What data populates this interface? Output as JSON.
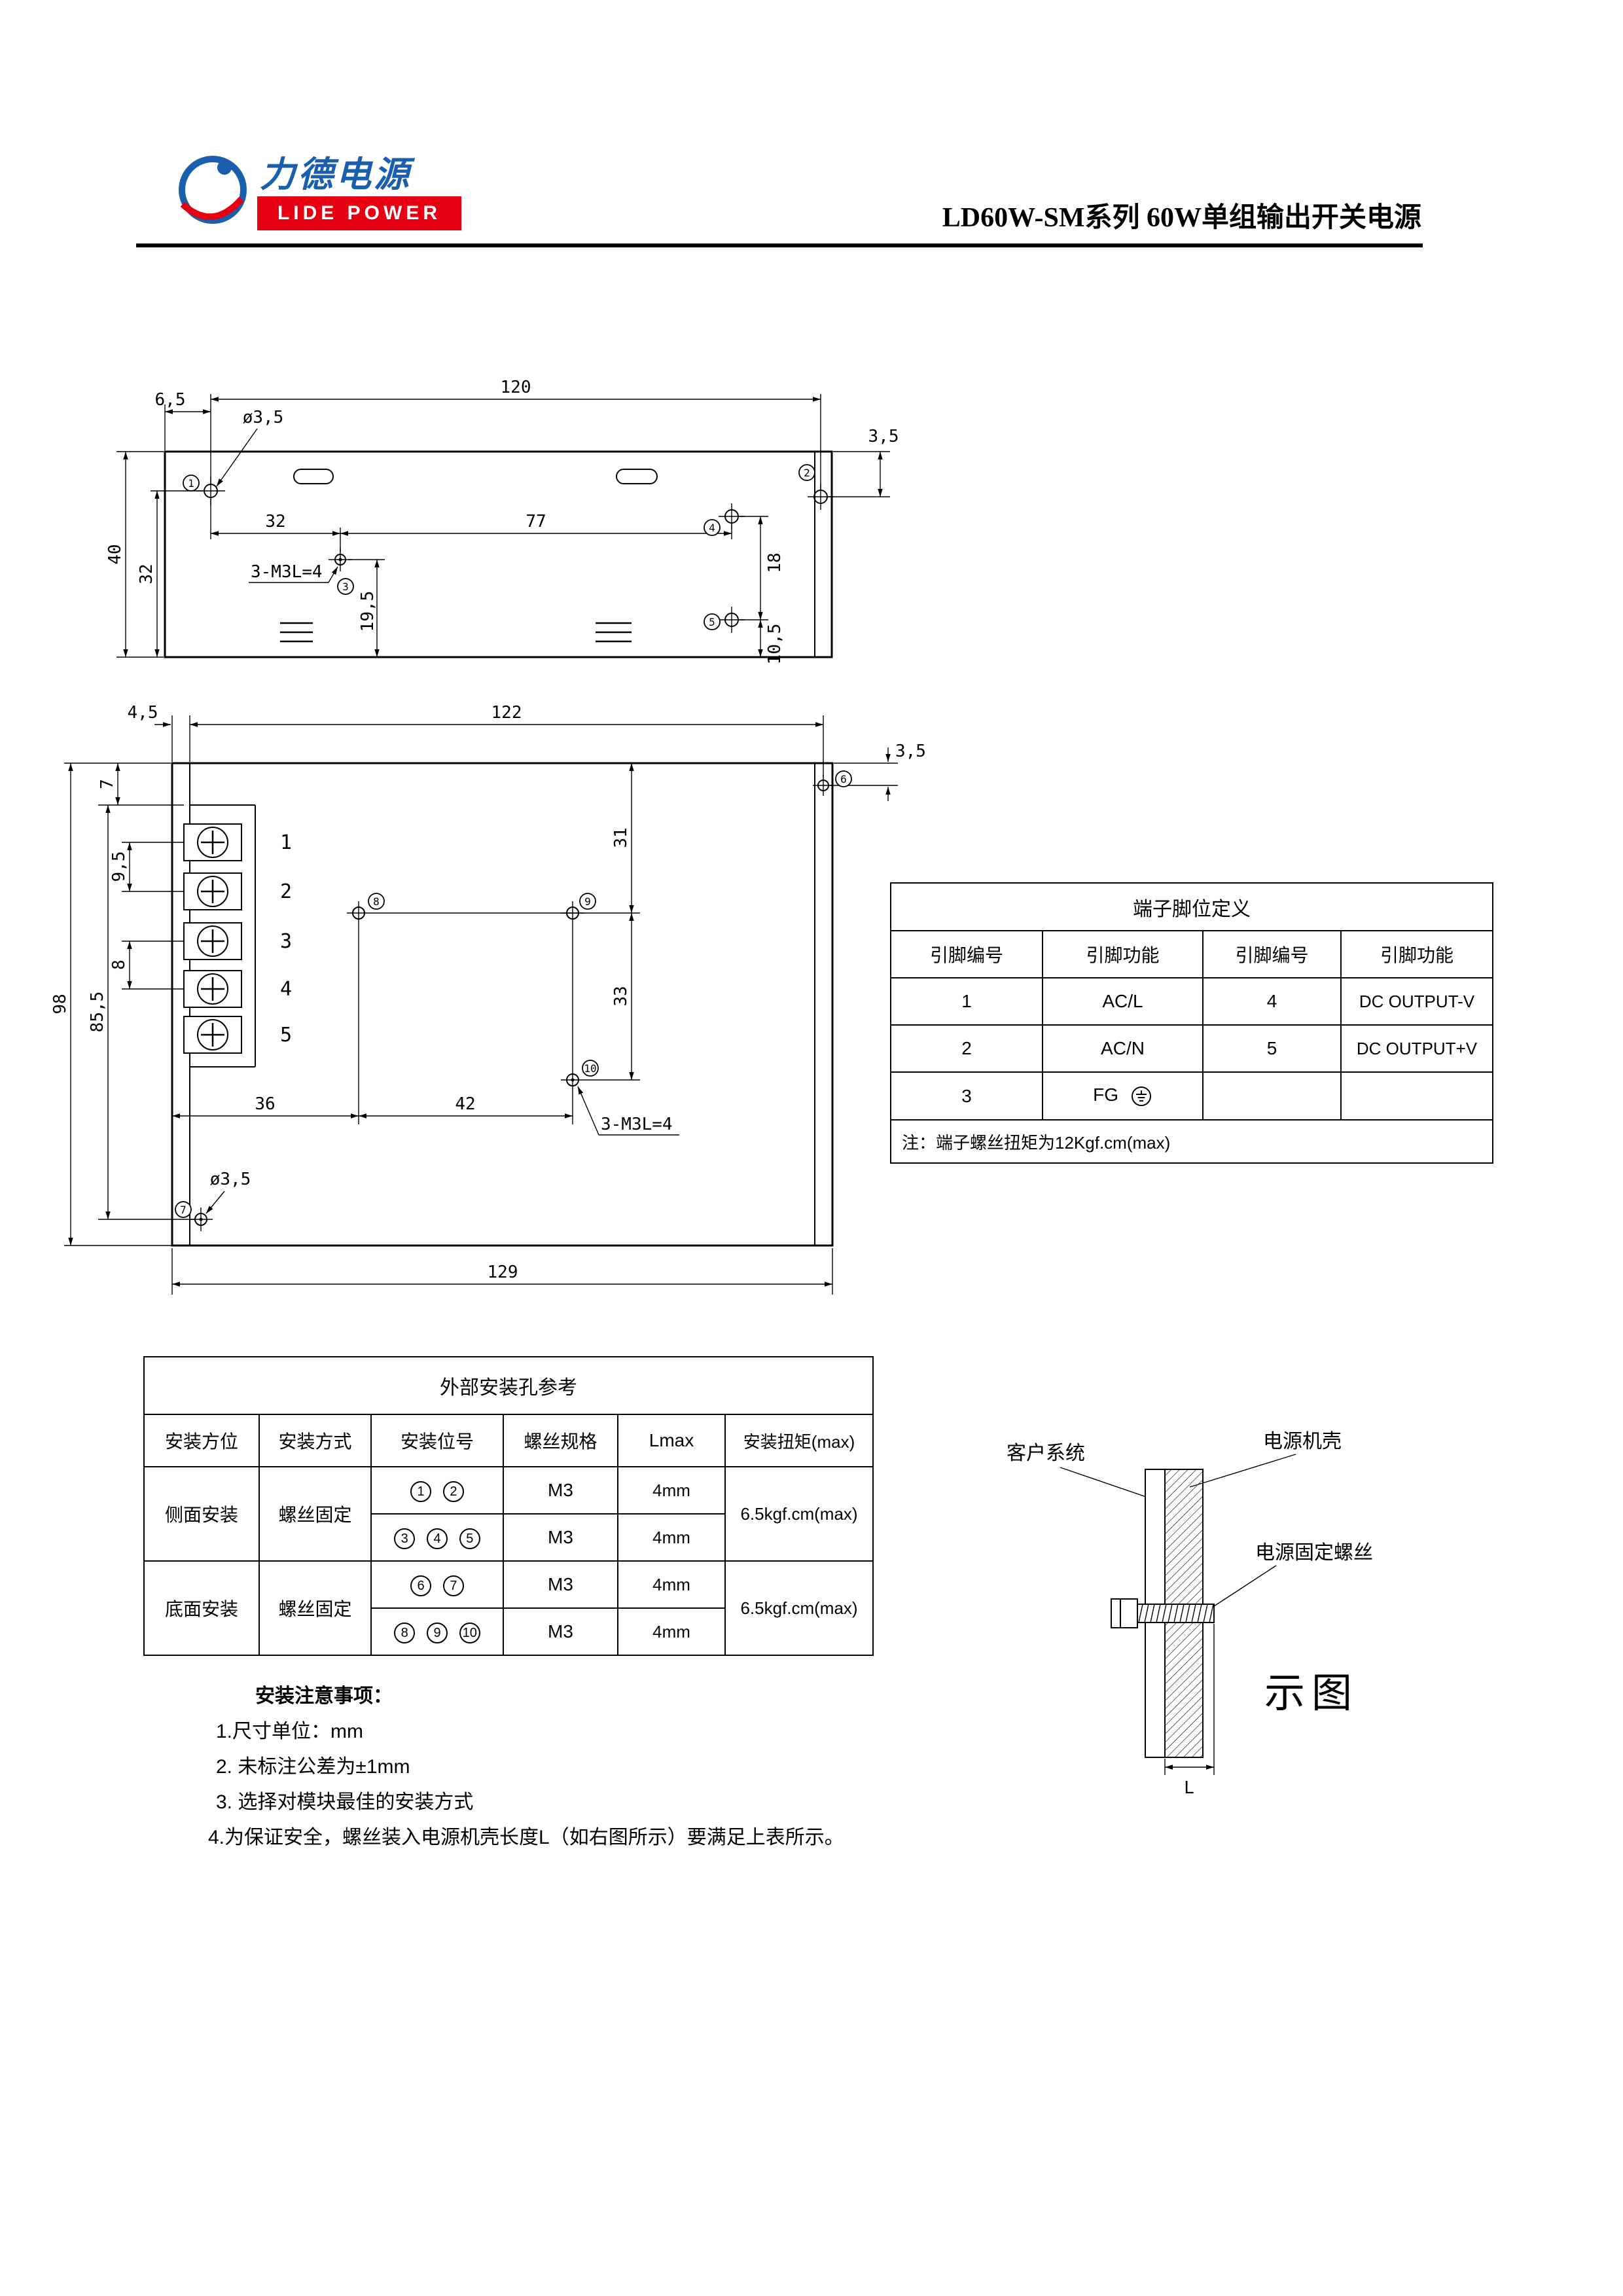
{
  "header": {
    "logo_cn": "力德电源",
    "logo_en": "LIDE POWER",
    "title": "LD60W-SM系列 60W单组输出开关电源"
  },
  "drawing_top": {
    "dim_6_5": "6,5",
    "dim_120": "120",
    "dim_phi35": "ø3,5",
    "dim_3_5": "3,5",
    "dim_40": "40",
    "dim_32_v": "32",
    "dim_32_h": "32",
    "dim_77": "77",
    "dim_18": "18",
    "dim_19_5": "19,5",
    "dim_10_5": "10,5",
    "label_m3": "3-M3L=4",
    "marks": {
      "m1": "1",
      "m2": "2",
      "m3": "3",
      "m4": "4",
      "m5": "5"
    }
  },
  "drawing_bottom": {
    "dim_4_5": "4,5",
    "dim_122": "122",
    "dim_3_5": "3,5",
    "dim_7": "7",
    "dim_9_5": "9,5",
    "dim_8": "8",
    "dim_98": "98",
    "dim_85_5": "85,5",
    "dim_31": "31",
    "dim_33": "33",
    "dim_36": "36",
    "dim_42": "42",
    "dim_129": "129",
    "dim_phi35": "ø3,5",
    "label_m3": "3-M3L=4",
    "terminals": [
      "1",
      "2",
      "3",
      "4",
      "5"
    ],
    "marks": {
      "m6": "6",
      "m7": "7",
      "m8": "8",
      "m9": "9",
      "m10": "10"
    }
  },
  "pin_table": {
    "title": "端子脚位定义",
    "headers": [
      "引脚编号",
      "引脚功能",
      "引脚编号",
      "引脚功能"
    ],
    "rows": [
      [
        "1",
        "AC/L",
        "4",
        "DC OUTPUT-V"
      ],
      [
        "2",
        "AC/N",
        "5",
        "DC OUTPUT+V"
      ],
      [
        "3",
        "FG",
        "",
        ""
      ]
    ],
    "note": "注：端子螺丝扭矩为12Kgf.cm(max)"
  },
  "mount_table": {
    "title": "外部安装孔参考",
    "headers": [
      "安装方位",
      "安装方式",
      "安装位号",
      "螺丝规格",
      "Lmax",
      "安装扭矩(max)"
    ],
    "row_groups": [
      {
        "position": "侧面安装",
        "method": "螺丝固定",
        "torque": "6.5kgf.cm(max)",
        "subrows": [
          {
            "marks": [
              "1",
              "2"
            ],
            "spec": "M3",
            "lmax": "4mm"
          },
          {
            "marks": [
              "3",
              "4",
              "5"
            ],
            "spec": "M3",
            "lmax": "4mm"
          }
        ]
      },
      {
        "position": "底面安装",
        "method": "螺丝固定",
        "torque": "6.5kgf.cm(max)",
        "subrows": [
          {
            "marks": [
              "6",
              "7"
            ],
            "spec": "M3",
            "lmax": "4mm"
          },
          {
            "marks": [
              "8",
              "9",
              "10"
            ],
            "spec": "M3",
            "lmax": "4mm"
          }
        ]
      }
    ]
  },
  "notes": {
    "title": "安装注意事项：",
    "items": [
      "1.尺寸单位：mm",
      "2. 未标注公差为±1mm",
      "3. 选择对模块最佳的安装方式",
      "4.为保证安全，螺丝装入电源机壳长度L（如右图所示）要满足上表所示。"
    ]
  },
  "illustration": {
    "label_customer": "客户系统",
    "label_case": "电源机壳",
    "label_screw": "电源固定螺丝",
    "label_diagram": "示图",
    "label_L": "L"
  }
}
